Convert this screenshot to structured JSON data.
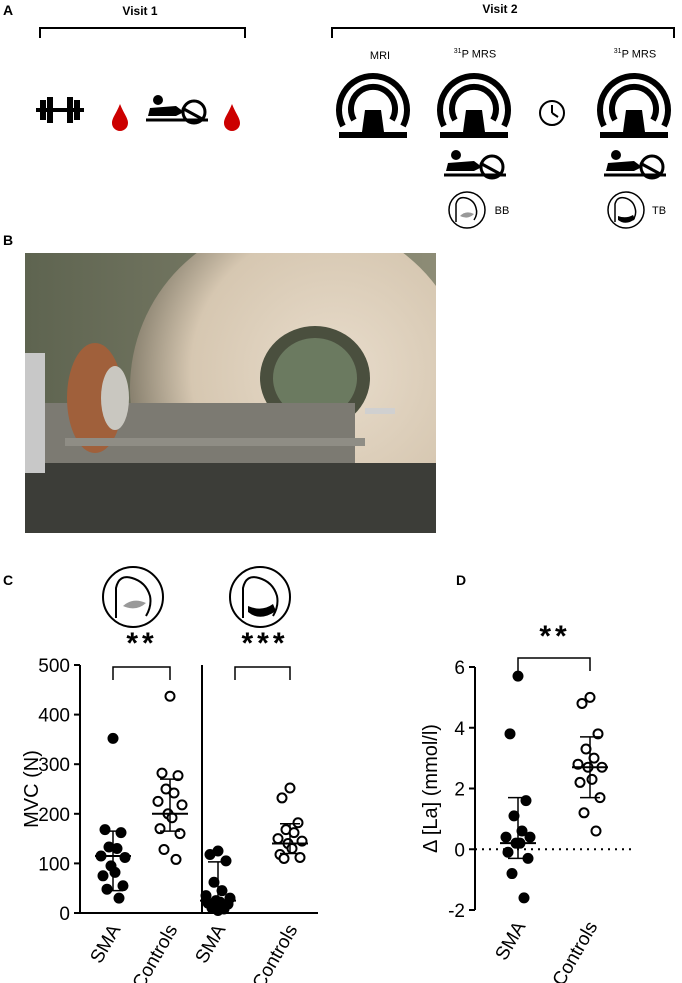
{
  "panels": {
    "a": {
      "letter": "A"
    },
    "b": {
      "letter": "B"
    },
    "c": {
      "letter": "C"
    },
    "d": {
      "letter": "D"
    }
  },
  "panel_a": {
    "visit1_label": "Visit 1",
    "visit2_label": "Visit 2",
    "mri_label": "MRI",
    "mrs_label_1": {
      "sup": "31",
      "text": "P MRS"
    },
    "mrs_label_2": {
      "sup": "31",
      "text": "P MRS"
    },
    "muscle_label_1": "BB",
    "muscle_label_2": "TB",
    "icons": [
      "dumbbell-icon",
      "blood-drop-icon",
      "ergometer-person-icon",
      "blood-drop-icon",
      "mri-scanner-icon",
      "mri-scanner-icon",
      "clock-icon",
      "mri-scanner-icon",
      "biceps-icon",
      "triceps-icon"
    ],
    "colors": {
      "blood": "#cc0000"
    }
  },
  "panel_c": {
    "significance_left": "**",
    "significance_right": "***"
  },
  "panel_d": {
    "significance": "**"
  },
  "chart_data": [
    {
      "type": "scatter",
      "panel": "C",
      "ylabel": "MVC (N)",
      "ylim": [
        0,
        500
      ],
      "yticks": [
        0,
        100,
        200,
        300,
        400,
        500
      ],
      "categories": [
        "SMA",
        "Controls",
        "SMA",
        "Controls"
      ],
      "groups": [
        {
          "category": "SMA",
          "muscle": "biceps",
          "filled": true,
          "median": 115,
          "range": [
            45,
            165
          ],
          "values": [
            352,
            168,
            162,
            133,
            130,
            115,
            112,
            95,
            82,
            75,
            55,
            48,
            30
          ]
        },
        {
          "category": "Controls",
          "muscle": "biceps",
          "filled": false,
          "median": 200,
          "range": [
            165,
            270
          ],
          "values": [
            437,
            282,
            277,
            250,
            242,
            225,
            218,
            200,
            192,
            170,
            160,
            128,
            108
          ]
        },
        {
          "category": "SMA",
          "muscle": "triceps",
          "filled": true,
          "median": 25,
          "range": [
            8,
            103
          ],
          "values": [
            125,
            118,
            105,
            62,
            45,
            35,
            30,
            25,
            22,
            20,
            18,
            10,
            8,
            5
          ]
        },
        {
          "category": "Controls",
          "muscle": "triceps",
          "filled": false,
          "median": 140,
          "range": [
            120,
            180
          ],
          "values": [
            252,
            232,
            182,
            168,
            162,
            150,
            145,
            140,
            130,
            118,
            112,
            110
          ]
        }
      ]
    },
    {
      "type": "scatter",
      "panel": "D",
      "ylabel": "Δ [La] (mmol/l)",
      "ylim": [
        -2,
        6
      ],
      "yticks": [
        -2,
        0,
        2,
        4,
        6
      ],
      "categories": [
        "SMA",
        "Controls"
      ],
      "reference_line": 0,
      "groups": [
        {
          "category": "SMA",
          "filled": true,
          "median": 0.2,
          "range": [
            -0.3,
            1.7
          ],
          "values": [
            5.7,
            3.8,
            1.6,
            1.1,
            0.6,
            0.4,
            0.4,
            0.2,
            0.2,
            -0.1,
            -0.3,
            -0.8,
            -1.6
          ]
        },
        {
          "category": "Controls",
          "filled": false,
          "median": 2.7,
          "range": [
            1.7,
            3.7
          ],
          "values": [
            5.0,
            4.8,
            3.8,
            3.3,
            3.0,
            2.8,
            2.7,
            2.7,
            2.3,
            2.2,
            1.7,
            1.2,
            0.6
          ]
        }
      ]
    }
  ]
}
